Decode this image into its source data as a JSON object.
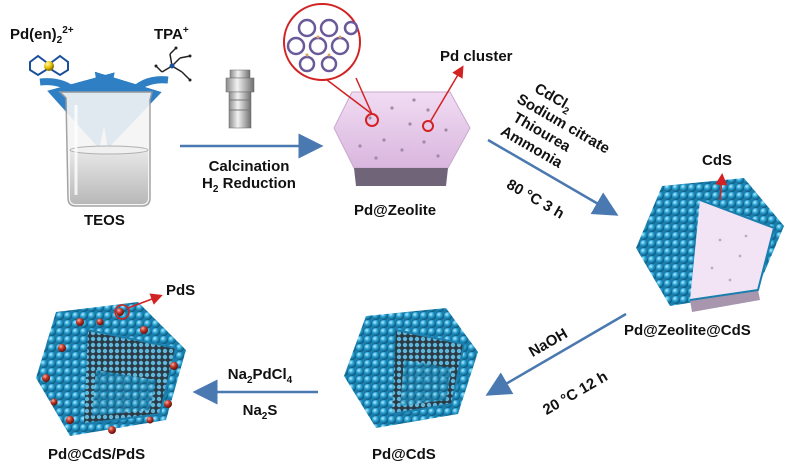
{
  "reagents": {
    "pd_complex": "Pd(en)",
    "pd_complex_sub": "2",
    "pd_complex_sup": "2+",
    "tpa": "TPA",
    "tpa_sup": "+"
  },
  "nodes": {
    "teos": "TEOS",
    "pd_zeolite": "Pd@Zeolite",
    "pd_zeolite_cds": "Pd@Zeolite@CdS",
    "pd_cds": "Pd@CdS",
    "pd_cds_pds": "Pd@CdS/PdS"
  },
  "callouts": {
    "pd_cluster": "Pd cluster",
    "cds": "CdS",
    "pds": "PdS"
  },
  "steps": {
    "step1_line1": "Calcination",
    "step1_line2_pre": "H",
    "step1_line2_sub": "2",
    "step1_line2_post": " Reduction",
    "step2_line1_pre": "CdCl",
    "step2_line1_sub": "2",
    "step2_line2": "Sodium citrate",
    "step2_line3": "Thiourea",
    "step2_line4": "Ammonia",
    "step2_cond": "80 °C  3 h",
    "step3_reagent": "NaOH",
    "step3_cond": "20 °C 12 h",
    "step4_line1_pre": "Na",
    "step4_line1_sub": "2",
    "step4_line1_mid": "PdCl",
    "step4_line1_sub2": "4",
    "step4_line2_pre": "Na",
    "step4_line2_sub": "2",
    "step4_line2_post": "S"
  },
  "colors": {
    "arrow": "#4a78b0",
    "sphere": "#2fa8d8",
    "pds": "#c0392b",
    "zeolite": "#e8c8ec",
    "callout": "#d22222"
  }
}
